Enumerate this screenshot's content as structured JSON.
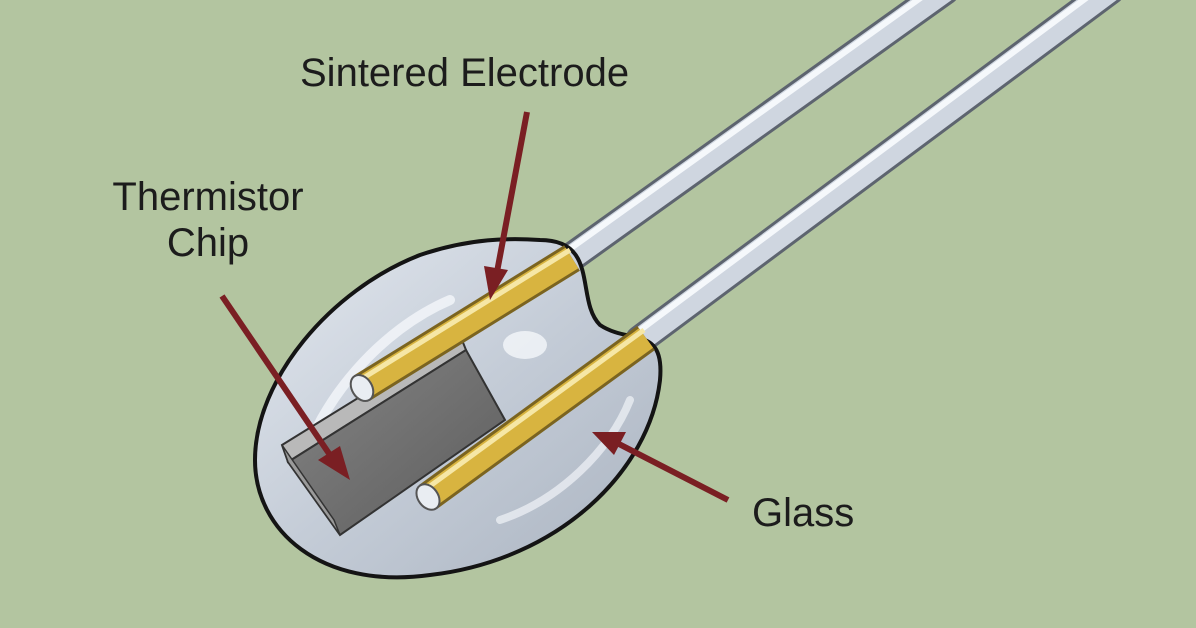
{
  "labels": {
    "sintered_electrode": "Sintered Electrode",
    "thermistor_chip_line1": "Thermistor",
    "thermistor_chip_line2": "Chip",
    "glass": "Glass"
  },
  "colors": {
    "background": "#b3c5a0",
    "arrow": "#7a1f23",
    "glass_fill": "#c9d0da",
    "lead_wire": "#cfd6e0",
    "electrode_gold": "#d8b440",
    "chip": "#6e6e6e"
  }
}
